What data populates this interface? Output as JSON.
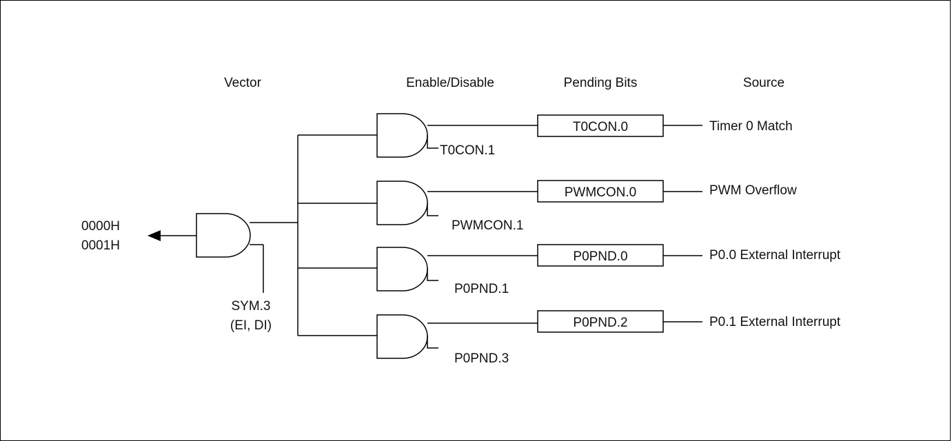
{
  "headers": {
    "vector": "Vector",
    "enable": "Enable/Disable",
    "pending": "Pending Bits",
    "source": "Source"
  },
  "vector_addresses": [
    "0000H",
    "0001H"
  ],
  "global_enable": {
    "bit": "SYM.3",
    "instructions": "(EI, DI)"
  },
  "rows": [
    {
      "enable_bit": "T0CON.1",
      "pending_bit": "T0CON.0",
      "source": "Timer 0 Match"
    },
    {
      "enable_bit": "PWMCON.1",
      "pending_bit": "PWMCON.0",
      "source": "PWM Overflow"
    },
    {
      "enable_bit": "P0PND.1",
      "pending_bit": "P0PND.0",
      "source": "P0.0 External Interrupt"
    },
    {
      "enable_bit": "P0PND.3",
      "pending_bit": "P0PND.2",
      "source": "P0.1 External Interrupt"
    }
  ]
}
